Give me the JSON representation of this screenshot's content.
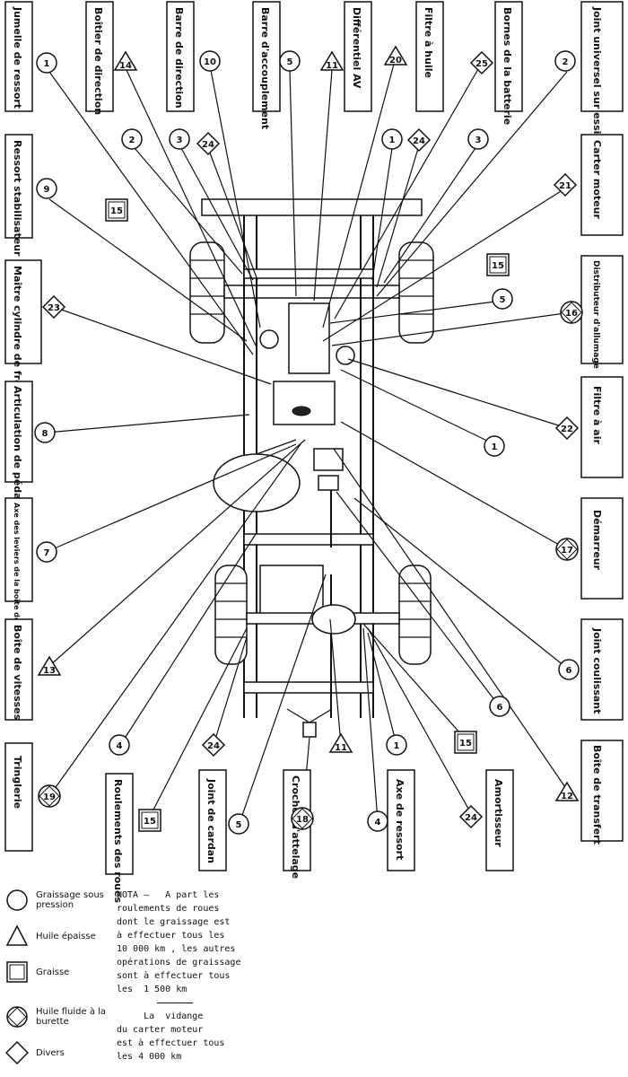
{
  "labels": {
    "jumelle_ressort": "Jumelle de ressort",
    "boitier_direction": "Boîtier de direction",
    "barre_direction": "Barre de direction",
    "barre_accouplement": "Barre d'accouplement",
    "differentiel_av": "Différentiel AV",
    "filtre_huile": "Filtre à huile",
    "bornes_batterie": "Bornes de la batterie",
    "joint_universel": "Joint universel sur essieu AV",
    "ressort_stabilisateur": "Ressort stabilisateur",
    "carter_moteur": "Carter moteur",
    "maitre_cylindre": "Maître cylindre de frein",
    "distributeur": "Distributeur d'allumage",
    "articulation_pedalier": "Articulation de pédalier",
    "filtre_air": "Filtre à air",
    "axe_leviers": "Axe des leviers de la boîte de transfert",
    "demarreur": "Démarreur",
    "boite_vitesses": "Boîte de vitesses",
    "joint_coulissant": "Joint coulissant",
    "tringlerie": "Tringlerie",
    "roulements_roues": "Roulements des roues",
    "joint_cardan": "Joint de cardan",
    "crochet_attelage": "Crochet d'attelage",
    "axe_ressort": "Axe de ressort",
    "amortisseur": "Amortisseur",
    "boite_transfert": "Boîte de transfert"
  },
  "markers": {
    "m_jumelle": "1",
    "m_boitier": "14",
    "m_barre_dir": "10",
    "m_barre_acc": "5",
    "m_diff": "11",
    "m_filtre_huile": "20",
    "m_bornes": "25",
    "m_joint_univ": "2",
    "m_a": "2",
    "m_b": "3",
    "m_c": "24",
    "m_d": "1",
    "m_e": "24",
    "m_f": "3",
    "m_ressort_stab": "9",
    "m_g": "15",
    "m_carter": "21",
    "m_h": "15",
    "m_i": "5",
    "m_maitre": "23",
    "m_distrib": "16",
    "m_filtre_air": "22",
    "m_j": "1",
    "m_artic": "8",
    "m_axe_leviers": "7",
    "m_demarreur": "17",
    "m_boite_vit": "13",
    "m_joint_coul": "6",
    "m_k": "6",
    "m_l": "4",
    "m_m": "24",
    "m_n": "11",
    "m_o": "1",
    "m_p": "15",
    "m_tringlerie": "19",
    "m_roulements": "15",
    "m_cardan": "5",
    "m_crochet": "18",
    "m_axe_ressort": "4",
    "m_amort": "24",
    "m_boite_transf": "12"
  },
  "legend": {
    "circle": "Graissage sous pression",
    "triangle": "Huile épaisse",
    "square": "Graisse",
    "square_diamond": "Huile fluide à la burette",
    "diamond": "Divers"
  },
  "nota": {
    "text": "NOTA –   A part les\nroulements de roues\ndont le graissage est\nà effectuer tous les\n10 000 km , les autres\nopérations de graissage\nsont à effectuer tous\nles  1 500 km",
    "text2": "     La  vidange\ndu carter moteur\nest à effectuer tous\nles 4 000 km"
  }
}
